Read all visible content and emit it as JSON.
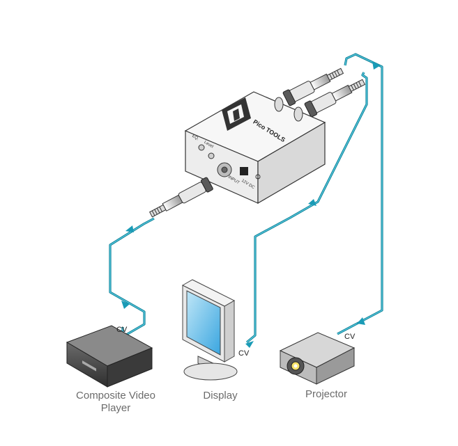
{
  "device": {
    "brand_text": "Pico TOOLS",
    "knob_eq": "EQ.",
    "knob_level": "Level",
    "port_input": "INPUT",
    "port_power": "12V DC"
  },
  "signal_labels": {
    "player_cv": "CV",
    "display_cv": "CV",
    "projector_cv": "CV"
  },
  "devices": {
    "player": "Composite Video Player",
    "display": "Display",
    "projector": "Projector"
  },
  "colors": {
    "cable": "#1a9bb6",
    "cable_dark": "#0e7f95",
    "device_body": "#f3f3f3",
    "outline": "#333333"
  }
}
